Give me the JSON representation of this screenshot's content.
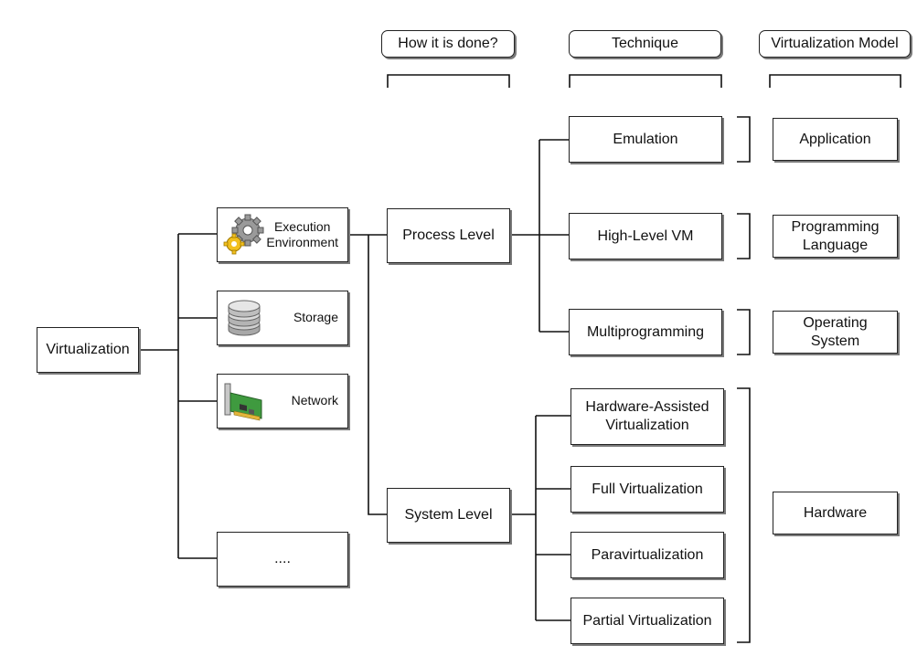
{
  "headers": {
    "how": "How it is done?",
    "technique": "Technique",
    "model": "Virtualization Model"
  },
  "root": "Virtualization",
  "resources": {
    "execution": "Execution\nEnvironment",
    "storage": "Storage",
    "network": "Network",
    "more": "...."
  },
  "levels": {
    "process": "Process Level",
    "system": "System Level"
  },
  "techniques": {
    "emulation": "Emulation",
    "high_level_vm": "High-Level VM",
    "multiprogramming": "Multiprogramming",
    "hw_assisted": "Hardware-Assisted\nVirtualization",
    "full": "Full Virtualization",
    "para": "Paravirtualization",
    "partial": "Partial Virtualization"
  },
  "models": {
    "application": "Application",
    "programming_language": "Programming\nLanguage",
    "operating_system": "Operating\nSystem",
    "hardware": "Hardware"
  },
  "icons": {
    "execution": "gears-icon",
    "storage": "disk-stack-icon",
    "network": "network-card-icon"
  }
}
